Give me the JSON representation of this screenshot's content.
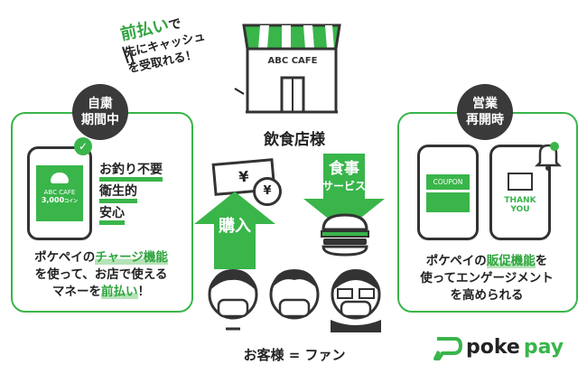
{
  "headline": {
    "line1_green": "前払い",
    "line1_rest": "で",
    "line2": "先にキャッシュ",
    "line3": "を受取れる！"
  },
  "shop": {
    "sign": "ABC CAFE",
    "label": "飲食店様"
  },
  "left_panel": {
    "badge_line1": "自粛",
    "badge_line2": "期間中",
    "phone_shop": "ABC CAFE",
    "phone_amount": "3,000",
    "phone_unit": "コイン",
    "benefits": [
      "お釣り不要",
      "衛生的",
      "安心"
    ],
    "desc_part1": "ポケペイの",
    "desc_hl1": "チャージ機能",
    "desc_line2": "を使って、お店で使える",
    "desc_part3": "マネーを",
    "desc_hl2": "前払い",
    "desc_end": "！"
  },
  "right_panel": {
    "badge_line1": "営業",
    "badge_line2": "再開時",
    "coupon": "COUPON",
    "thank1": "THANK",
    "thank2": "YOU",
    "desc_part1": "ポケペイの",
    "desc_hl1": "販促機能",
    "desc_part2": "を",
    "desc_line2": "使ってエンゲージメント",
    "desc_line3": "を高められる"
  },
  "center": {
    "money_symbol": "¥",
    "purchase": "購入",
    "food_line1": "食事",
    "food_line2": "サービス"
  },
  "customers": {
    "label": "お客様 = ファン"
  },
  "logo": {
    "text_poke": "poke",
    "text_pay": "pay"
  },
  "colors": {
    "accent": "#39b54a",
    "dark": "#333333"
  }
}
